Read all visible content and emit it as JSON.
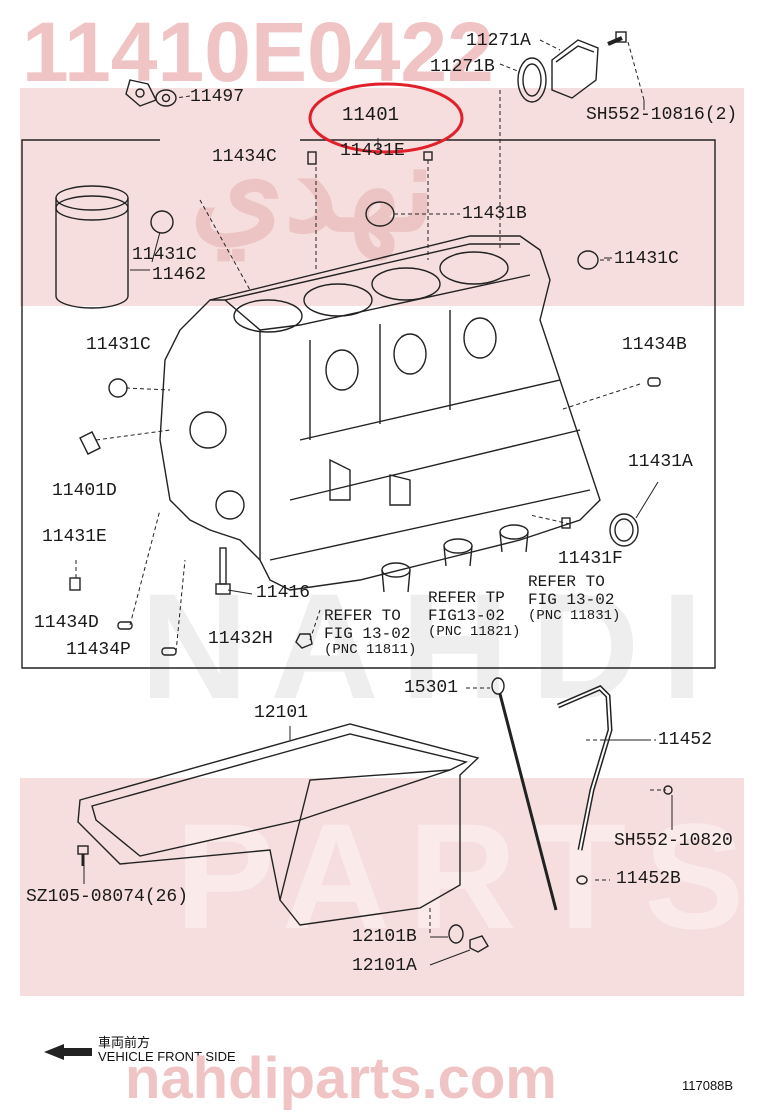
{
  "watermark": {
    "part_number": "11410E0422",
    "arabic": "نهدي",
    "word_top": "NAHDI",
    "word_bottom": "PARTS",
    "url": "nahdiparts.com",
    "color": "#f0c4c4"
  },
  "highlight": {
    "part": "11401",
    "color": "#e0202a"
  },
  "labels": {
    "p11271A": "11271A",
    "p11271B": "11271B",
    "sh552_10816": "SH552-10816(2)",
    "p11497": "11497",
    "p11401": "11401",
    "p11434C": "11434C",
    "p11431E_top": "11431E",
    "p11431B": "11431B",
    "p11431C_left": "11431C",
    "p11462": "11462",
    "p11431C_right": "11431C",
    "p11431C_mid": "11431C",
    "p11434B": "11434B",
    "p11431A": "11431A",
    "p11401D": "11401D",
    "p11431E_left": "11431E",
    "p11431F": "11431F",
    "p11416": "11416",
    "p11434D": "11434D",
    "p11434P": "11434P",
    "p11432H": "11432H",
    "p15301": "15301",
    "p12101": "12101",
    "p11452": "11452",
    "sh552_10820": "SH552-10820",
    "p11452B": "11452B",
    "sz105": "SZ105-08074(26)",
    "p12101B": "12101B",
    "p12101A": "12101A"
  },
  "refs": {
    "r1_line1": "REFER TO",
    "r1_line2": "FIG 13-02",
    "r1_pnc": "(PNC 11811)",
    "r2_line1": "REFER TP",
    "r2_line2": "FIG13-02",
    "r2_pnc": "(PNC 11821)",
    "r3_line1": "REFER TO",
    "r3_line2": "FIG 13-02",
    "r3_pnc": "(PNC 11831)"
  },
  "footer": {
    "japanese": "車両前方",
    "vehicle_front": "VEHICLE FRONT SIDE",
    "figure_id": "117088B"
  }
}
